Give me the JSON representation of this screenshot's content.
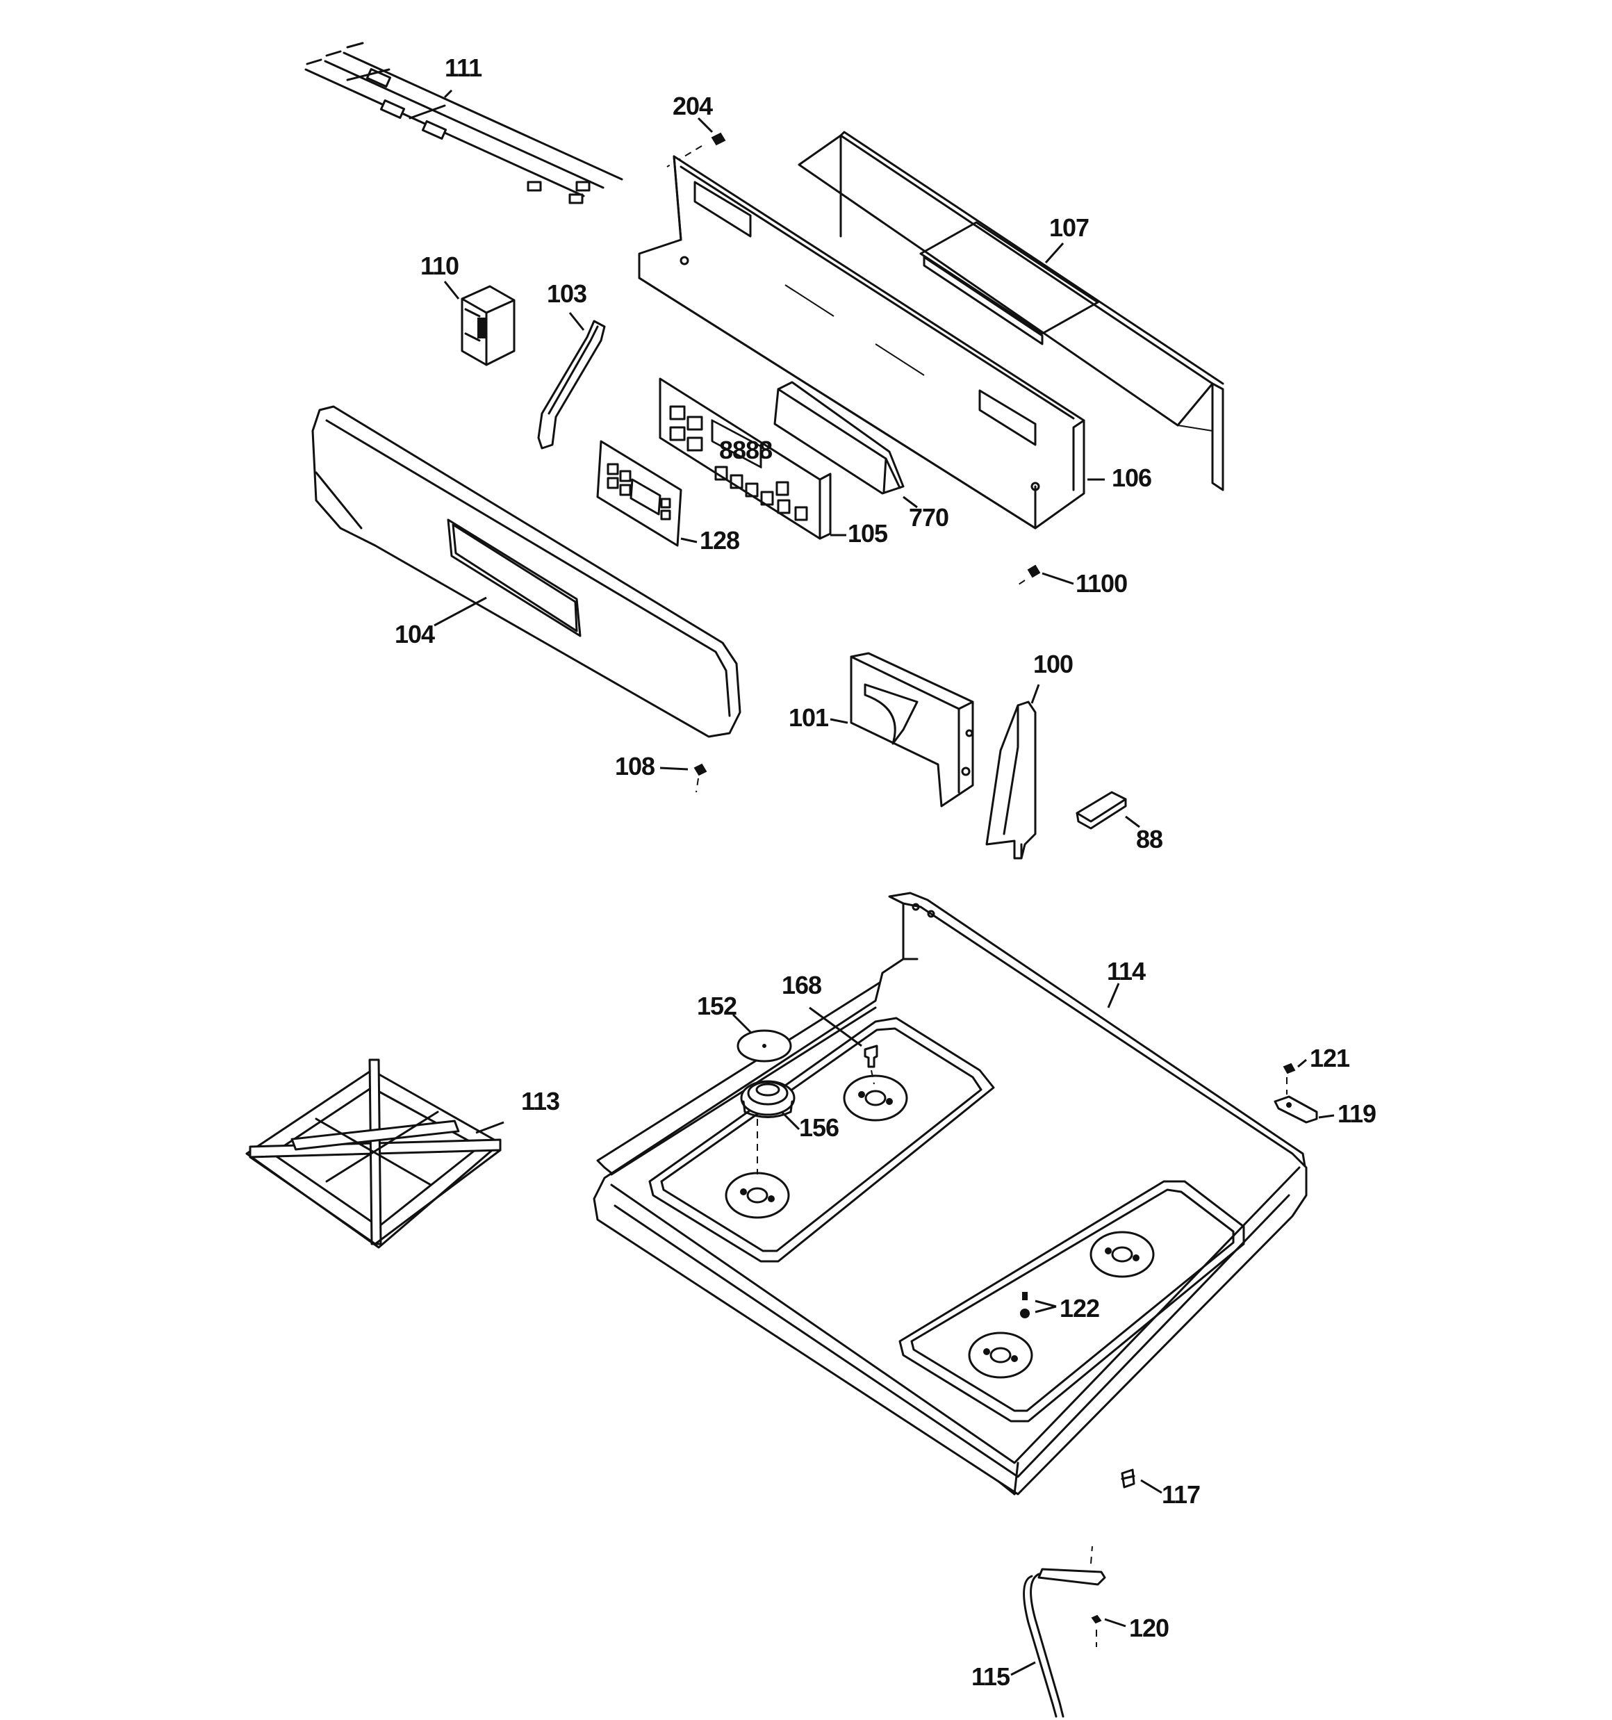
{
  "labels": {
    "p111": "111",
    "p204": "204",
    "p107": "107",
    "p110": "110",
    "p103": "103",
    "p106": "106",
    "p770": "770",
    "p105": "105",
    "p128": "128",
    "p1100": "1100",
    "p104": "104",
    "p100": "100",
    "p101": "101",
    "p108": "108",
    "p88": "88",
    "p114": "114",
    "p168": "168",
    "p152": "152",
    "p113": "113",
    "p121": "121",
    "p156": "156",
    "p119": "119",
    "p122": "122",
    "p117": "117",
    "p120": "120",
    "p115": "115"
  },
  "display": {
    "clock_digits": "8888"
  }
}
